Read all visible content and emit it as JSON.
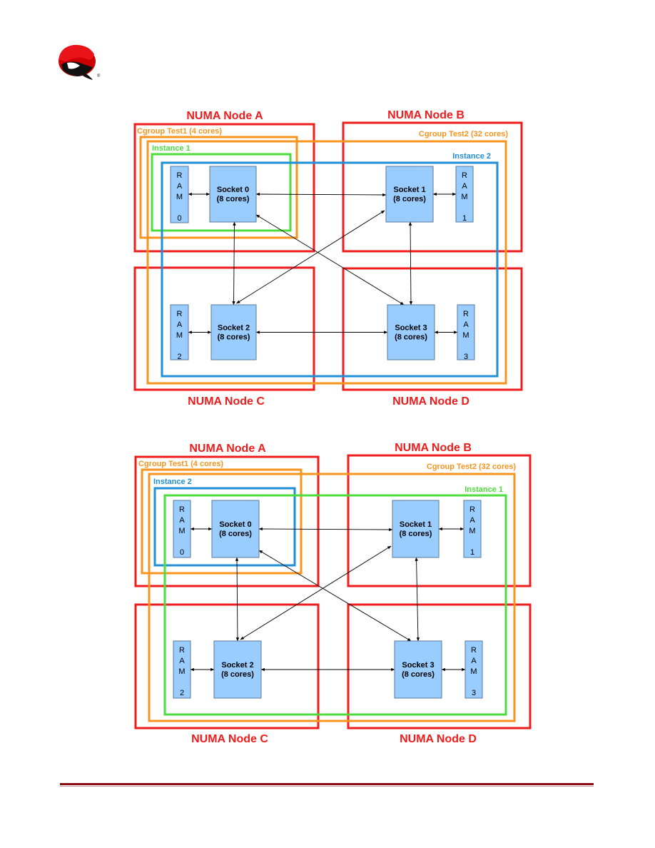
{
  "logo": {
    "name": "red-hat-shadowman-logo",
    "registered_mark": "®"
  },
  "diagrams": [
    {
      "nodes": {
        "A": {
          "label": "NUMA Node A",
          "socket": "Socket 0",
          "cores": "(8 cores)",
          "ram": "RAM",
          "ram_index": "0"
        },
        "B": {
          "label": "NUMA Node B",
          "socket": "Socket 1",
          "cores": "(8 cores)",
          "ram": "RAM",
          "ram_index": "1"
        },
        "C": {
          "label": "NUMA Node C",
          "socket": "Socket 2",
          "cores": "(8 cores)",
          "ram": "RAM",
          "ram_index": "2"
        },
        "D": {
          "label": "NUMA Node D",
          "socket": "Socket 3",
          "cores": "(8 cores)",
          "ram": "RAM",
          "ram_index": "3"
        }
      },
      "groups": {
        "cgroup1": "Cgroup Test1 (4 cores)",
        "cgroup2": "Cgroup Test2 (32 cores)",
        "inner_small": "Instance 1",
        "inner_large": "Instance 2"
      }
    },
    {
      "nodes": {
        "A": {
          "label": "NUMA Node A",
          "socket": "Socket 0",
          "cores": "(8 cores)",
          "ram": "RAM",
          "ram_index": "0"
        },
        "B": {
          "label": "NUMA Node B",
          "socket": "Socket 1",
          "cores": "(8 cores)",
          "ram": "RAM",
          "ram_index": "1"
        },
        "C": {
          "label": "NUMA Node C",
          "socket": "Socket 2",
          "cores": "(8 cores)",
          "ram": "RAM",
          "ram_index": "2"
        },
        "D": {
          "label": "NUMA Node D",
          "socket": "Socket 3",
          "cores": "(8 cores)",
          "ram": "RAM",
          "ram_index": "3"
        }
      },
      "groups": {
        "cgroup1": "Cgroup Test1 (4 cores)",
        "cgroup2": "Cgroup Test2 (32 cores)",
        "inner_small": "Instance 2",
        "inner_large": "Instance 1"
      }
    }
  ],
  "colors": {
    "numa_node": "#ee1c1c",
    "cgroup": "#f7941d",
    "instance_green": "#4cdc3c",
    "instance_blue": "#1f8fd6",
    "socket_fill": "#99ccff",
    "block_border": "#5a7a99",
    "footer_rule": "#8a0f12"
  }
}
